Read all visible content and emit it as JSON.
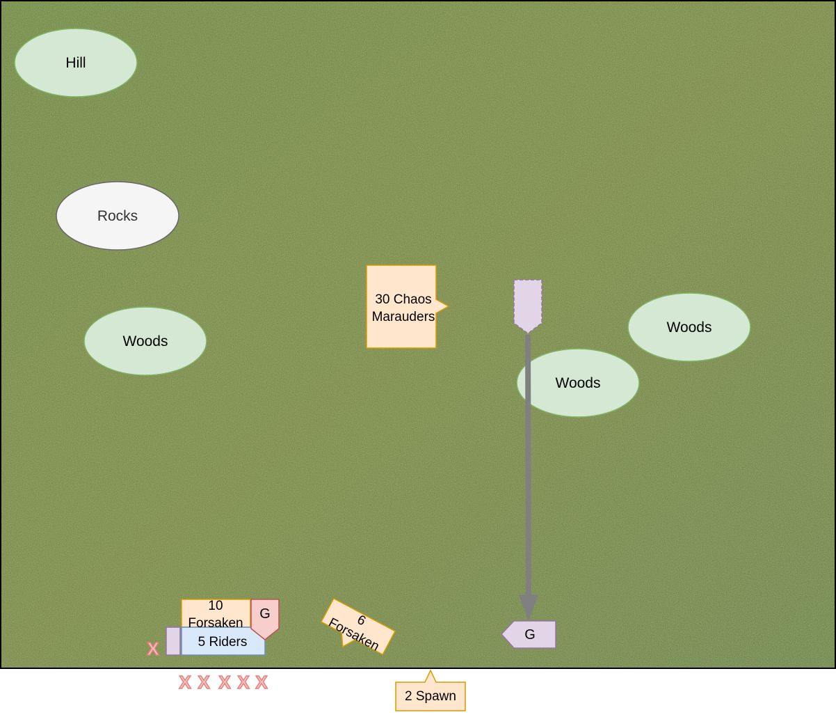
{
  "terrain": {
    "hill": "Hill",
    "rocks": "Rocks",
    "woods_left": "Woods",
    "woods_right": "Woods",
    "woods_center": "Woods"
  },
  "units": {
    "marauders_line1": "30 Chaos",
    "marauders_line2": "Marauders",
    "forsaken10_line1": "10",
    "forsaken10_line2": "Forsaken",
    "riders": "5 Riders",
    "general_red": "G",
    "forsaken6_line1": "6",
    "forsaken6_line2": "Forsaken",
    "general_purple": "G",
    "spawn": "2 Spawn"
  },
  "casualties": {
    "single": "X",
    "row": [
      "X",
      "X",
      "X",
      "X",
      "X"
    ]
  },
  "colors": {
    "grass": "#76894a",
    "hill_fill": "#d5e8d4",
    "hill_stroke": "#82b366",
    "rocks_fill": "#f5f5f5",
    "rocks_stroke": "#666666",
    "orange_fill": "#ffe6cc",
    "orange_stroke": "#d79b00",
    "blue_fill": "#dae8fc",
    "blue_stroke": "#6c8ebf",
    "red_fill": "#f8cecc",
    "red_stroke": "#b85450",
    "purple_fill": "#e1d5e7",
    "purple_stroke": "#9673a6",
    "arrow": "#808080",
    "x_mark": "#e6807c"
  }
}
